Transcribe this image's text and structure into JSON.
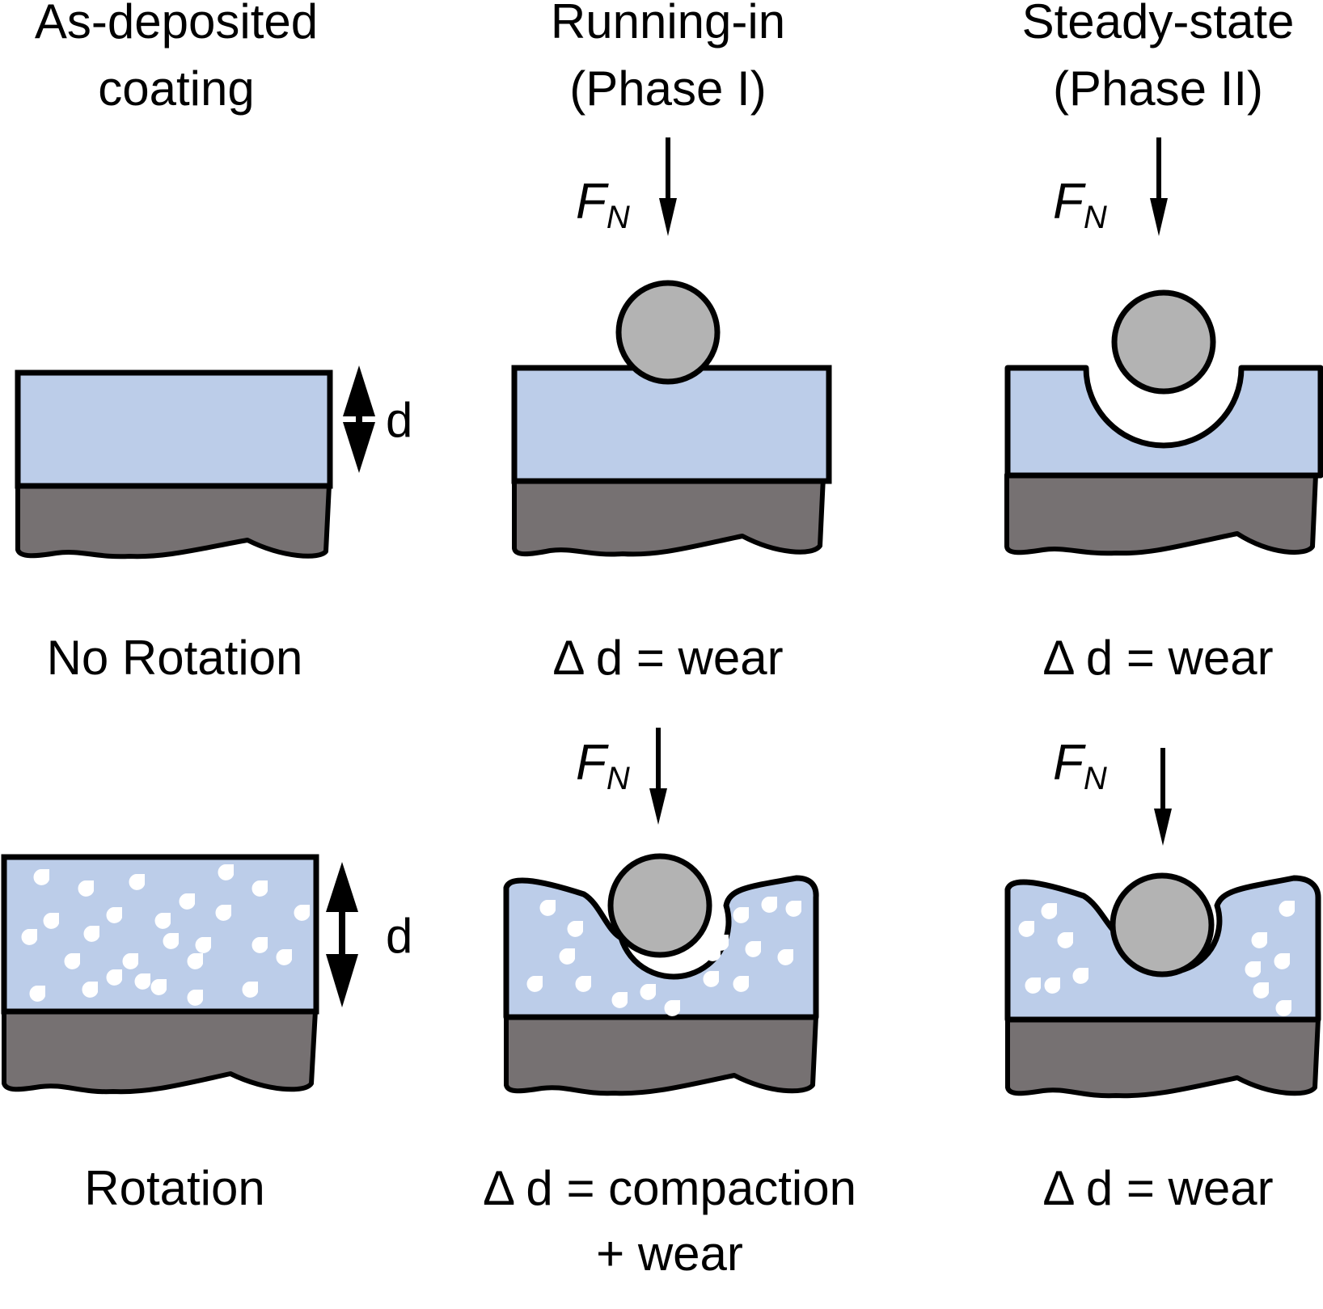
{
  "headers": {
    "col1_line1": "As-deposited",
    "col1_line2": "coating",
    "col2_line1": "Running-in",
    "col2_line2": "(Phase I)",
    "col3_line1": "Steady-state",
    "col3_line2": "(Phase II)"
  },
  "row_top": {
    "label_as_deposited": "No Rotation",
    "label_running_in": "Δ d = wear",
    "label_steady_state": "Δ d = wear",
    "thickness_label": "d"
  },
  "row_bottom": {
    "label_as_deposited": "Rotation",
    "label_running_in_line1": "Δ d = compaction",
    "label_running_in_line2": "+ wear",
    "label_steady_state": "Δ d = wear",
    "thickness_label": "d"
  },
  "force": {
    "symbol": "F",
    "subscript": "N"
  },
  "colors": {
    "coating_fill": "#bccde9",
    "substrate_fill": "#767172",
    "ball_fill": "#b3b3b3",
    "pore_fill": "#ffffff",
    "outline": "#000000"
  }
}
